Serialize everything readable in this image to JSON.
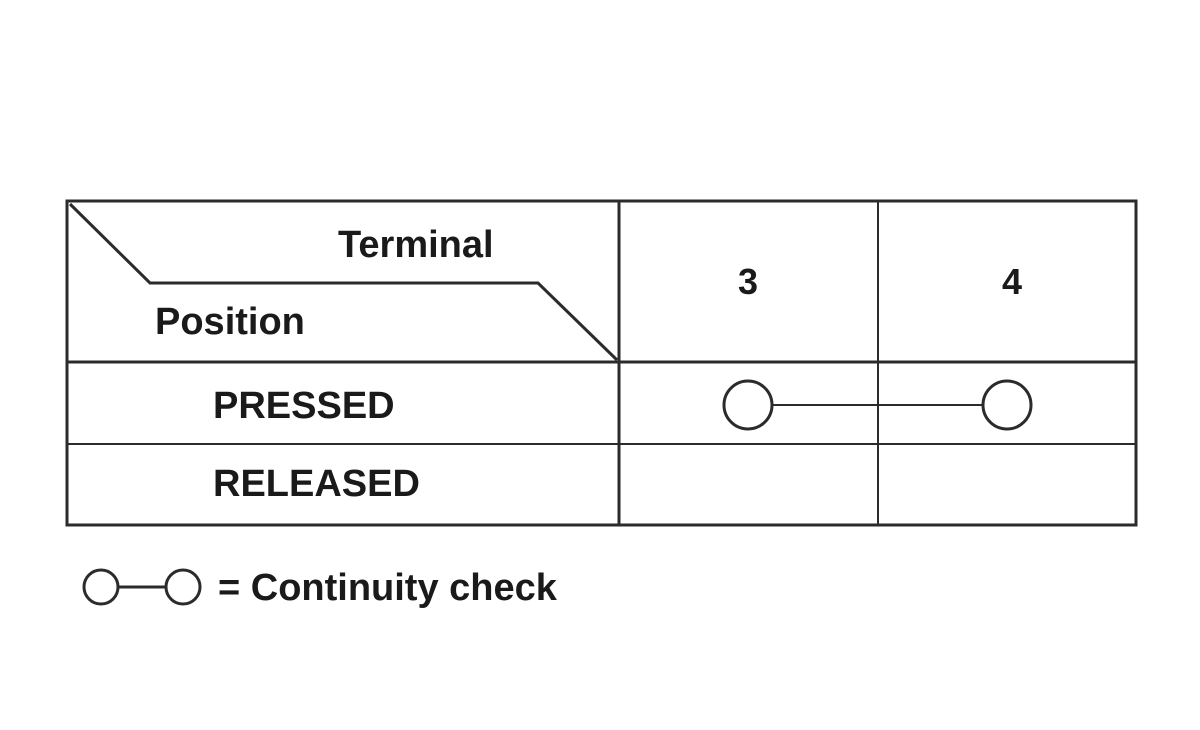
{
  "table": {
    "header_top": "Terminal",
    "header_bottom": "Position",
    "columns": [
      "3",
      "4"
    ],
    "rows": [
      {
        "label": "PRESSED",
        "continuity": [
          "3",
          "4"
        ]
      },
      {
        "label": "RELEASED",
        "continuity": []
      }
    ]
  },
  "legend": {
    "text": "= Continuity check",
    "symbol": "continuity-symbol-icon"
  },
  "colors": {
    "line": "#2b2b2b",
    "text": "#1a1a1a",
    "background": "#ffffff"
  }
}
